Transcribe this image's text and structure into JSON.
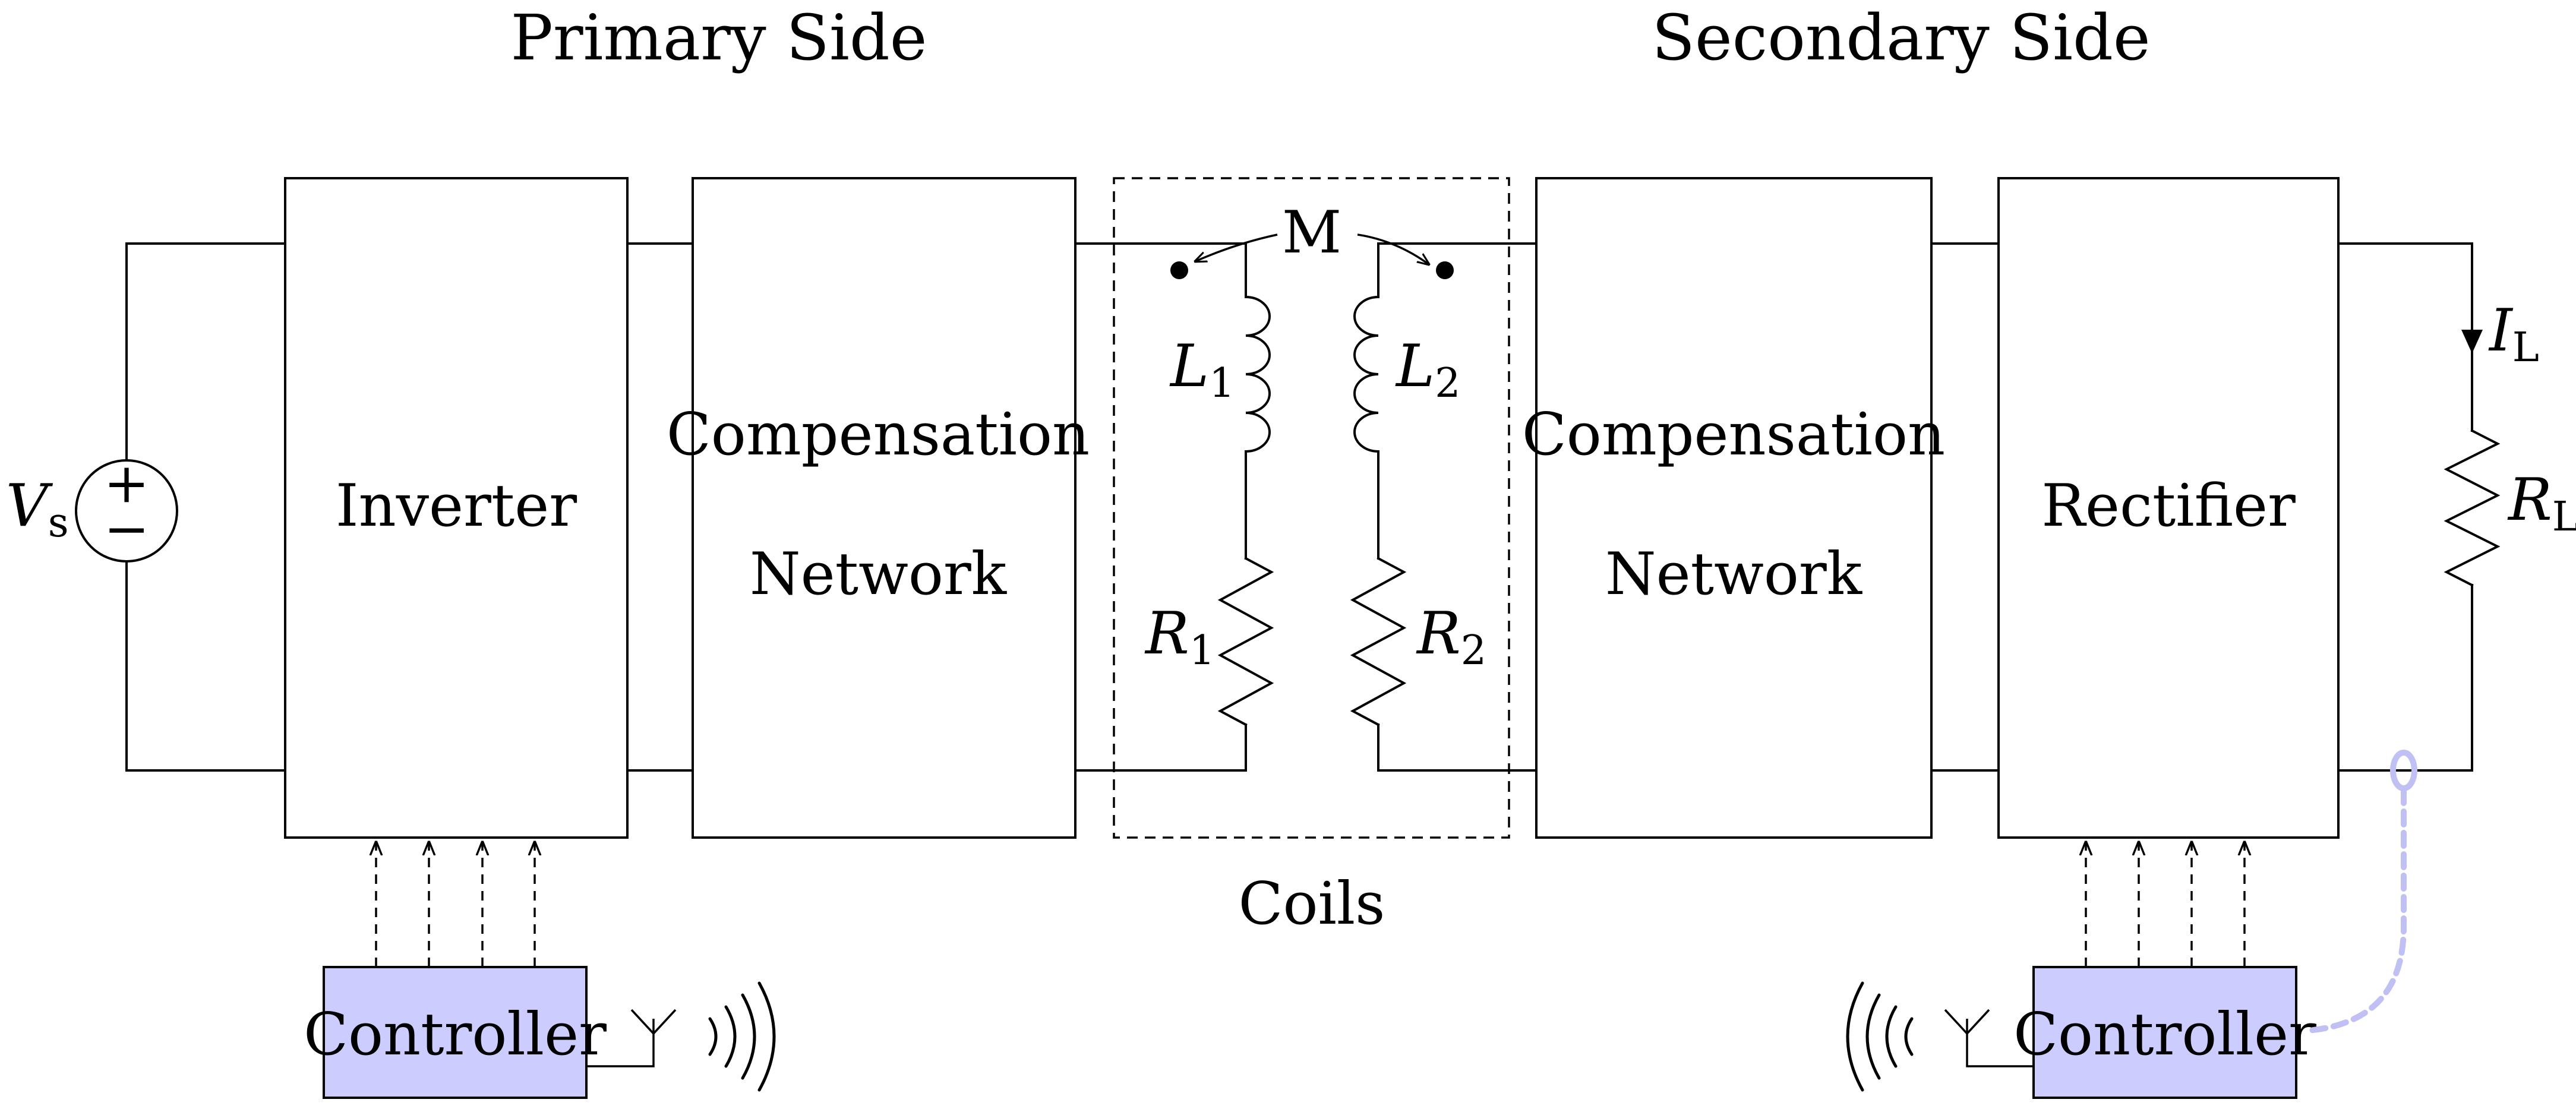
{
  "headings": {
    "primary": "Primary Side",
    "secondary": "Secondary Side"
  },
  "blocks": {
    "inverter": "Inverter",
    "primary_compensation_line1": "Compensation",
    "primary_compensation_line2": "Network",
    "secondary_compensation_line1": "Compensation",
    "secondary_compensation_line2": "Network",
    "rectifier": "Rectifier",
    "coils": "Coils",
    "primary_controller": "Controller",
    "secondary_controller": "Controller"
  },
  "components": {
    "source": {
      "symbol": "V",
      "subscript": "s",
      "plus": "+",
      "minus": "−"
    },
    "mutual": "M",
    "l1": {
      "symbol": "L",
      "subscript": "1"
    },
    "l2": {
      "symbol": "L",
      "subscript": "2"
    },
    "r1": {
      "symbol": "R",
      "subscript": "1"
    },
    "r2": {
      "symbol": "R",
      "subscript": "2"
    },
    "load_current": {
      "symbol": "I",
      "subscript": "L"
    },
    "load_resistor": {
      "symbol": "R",
      "subscript": "L"
    }
  },
  "colors": {
    "controller_fill": "#ccccff",
    "feedback_line": "#c0c0f4"
  }
}
